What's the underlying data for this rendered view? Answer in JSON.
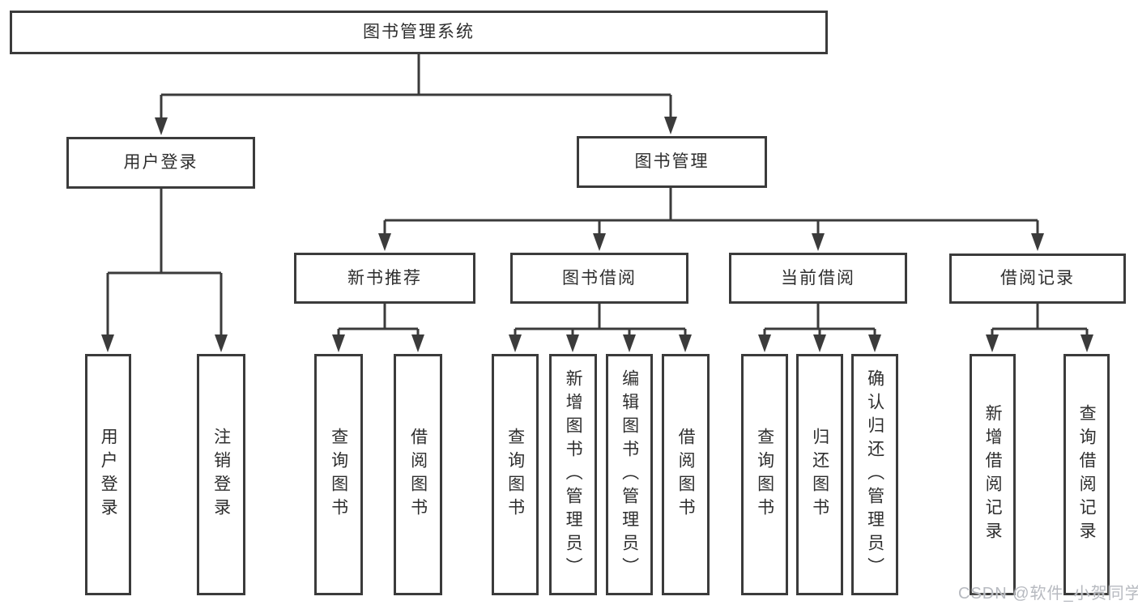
{
  "diagram": {
    "root": {
      "label": "图书管理系统"
    },
    "branches": [
      {
        "label": "用户登录",
        "children": [
          {
            "label": "用户登录"
          },
          {
            "label": "注销登录"
          }
        ]
      },
      {
        "label": "图书管理",
        "children": [
          {
            "label": "新书推荐",
            "children": [
              {
                "label": "查询图书"
              },
              {
                "label": "借阅图书"
              }
            ]
          },
          {
            "label": "图书借阅",
            "children": [
              {
                "label": "查询图书"
              },
              {
                "label": "新增图书（管理员）"
              },
              {
                "label": "编辑图书（管理员）"
              },
              {
                "label": "借阅图书"
              }
            ]
          },
          {
            "label": "当前借阅",
            "children": [
              {
                "label": "查询图书"
              },
              {
                "label": "归还图书"
              },
              {
                "label": "确认归还（管理员）"
              }
            ]
          },
          {
            "label": "借阅记录",
            "children": [
              {
                "label": "新增借阅记录"
              },
              {
                "label": "查询借阅记录"
              }
            ]
          }
        ]
      }
    ]
  },
  "watermark": "CSDN @软件_小贺同学",
  "colors": {
    "line": "#3b3b3b",
    "text": "#2e2e2e",
    "watermark": "#b7bac0",
    "background": "#ffffff"
  }
}
